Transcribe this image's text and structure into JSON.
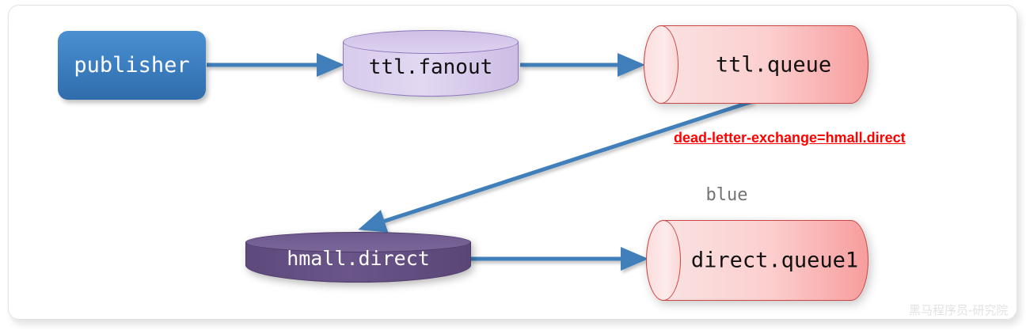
{
  "diagram": {
    "title": "RabbitMQ dead letter exchange flow",
    "nodes": {
      "publisher": {
        "label": "publisher",
        "type": "publisher-box",
        "color": "#3f82c4"
      },
      "ttl_fanout": {
        "label": "ttl.fanout",
        "type": "exchange-cylinder",
        "color": "#d8cbeb"
      },
      "ttl_queue": {
        "label": "ttl.queue",
        "type": "queue-cylinder",
        "color": "#fccfcf"
      },
      "hmall_direct": {
        "label": "hmall.direct",
        "type": "exchange-cylinder",
        "color": "#6a5589"
      },
      "direct_queue1": {
        "label": "direct.queue1",
        "type": "queue-cylinder",
        "color": "#fccfcf"
      }
    },
    "labels": {
      "routing_key_blue": "blue",
      "dead_letter_note": "dead-letter-exchange=hmall.direct"
    },
    "arrow_color": "#3f7fba",
    "edges": [
      {
        "from": "publisher",
        "to": "ttl_fanout",
        "label": ""
      },
      {
        "from": "ttl_fanout",
        "to": "ttl_queue",
        "label": ""
      },
      {
        "from": "ttl_queue",
        "to": "hmall_direct",
        "label": "dead-letter-exchange=hmall.direct"
      },
      {
        "from": "hmall_direct",
        "to": "direct_queue1",
        "label": "blue"
      }
    ]
  },
  "watermark": {
    "text": "黑马程序员-研究院"
  }
}
